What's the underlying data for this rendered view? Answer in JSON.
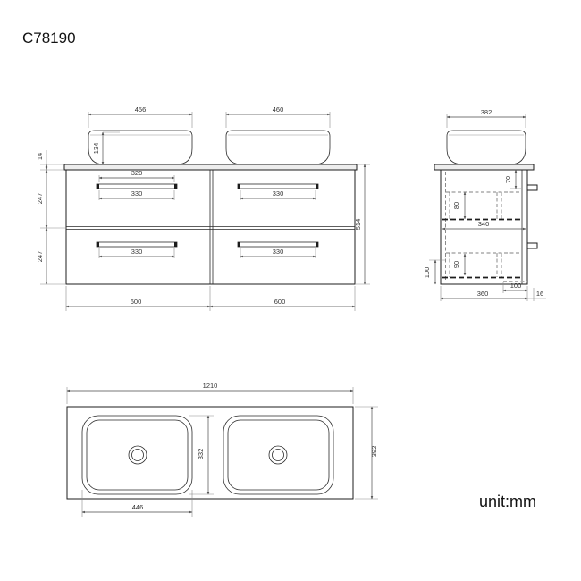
{
  "title": "C78190",
  "unit_label": "unit:mm",
  "views": {
    "front": {
      "basin_left_width": "456",
      "basin_right_width": "460",
      "basin_height": "134",
      "countertop_thickness": "14",
      "upper_drawer_height": "247",
      "lower_drawer_height": "247",
      "cabinet_total_height": "514",
      "handle_width": "320",
      "handle_spacing_upper_left": "330",
      "handle_spacing_upper_right": "330",
      "handle_spacing_lower_left": "330",
      "handle_spacing_lower_right": "330",
      "cabinet_left_width": "600",
      "cabinet_right_width": "600"
    },
    "side": {
      "basin_depth": "382",
      "hanger_height": "70",
      "upper_drawer_inner_height": "80",
      "interior_depth": "340",
      "lower_drawer_inner_height": "90",
      "bottom_clearance": "100",
      "bracket_depth": "100",
      "cabinet_depth": "360",
      "back_offset": "16"
    },
    "plan": {
      "countertop_width": "1210",
      "countertop_depth": "392",
      "basin_cutout_depth": "332",
      "basin_cutout_width": "446"
    }
  }
}
